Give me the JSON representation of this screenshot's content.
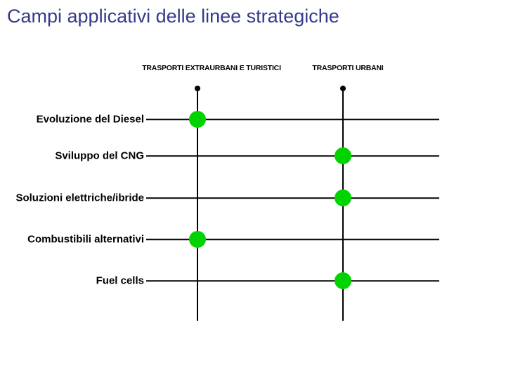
{
  "slide": {
    "title": "Campi applicativi delle linee strategiche"
  },
  "columns": [
    {
      "id": "extraurbani",
      "label": "TRASPORTI EXTRAURBANI E TURISTICI"
    },
    {
      "id": "urbani",
      "label": "TRASPORTI URBANI"
    }
  ],
  "rows": [
    {
      "label": "Evoluzione del Diesel",
      "applies_to": "extraurbani"
    },
    {
      "label": "Sviluppo del CNG",
      "applies_to": "urbani"
    },
    {
      "label": "Soluzioni elettriche/ibride",
      "applies_to": "urbani"
    },
    {
      "label": "Combustibili alternativi",
      "applies_to": "extraurbani"
    },
    {
      "label": "Fuel cells",
      "applies_to": "urbani"
    }
  ],
  "colors": {
    "title": "#34398B",
    "marker": "#00D300",
    "line": "#000000"
  }
}
